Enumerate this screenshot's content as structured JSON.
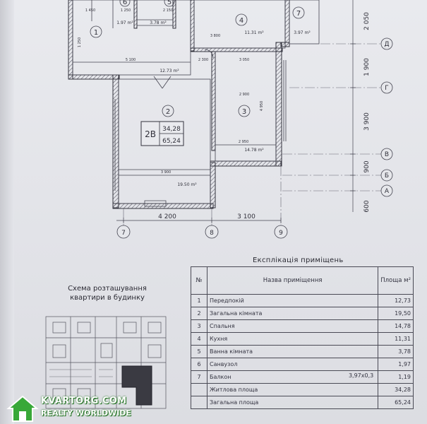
{
  "plan": {
    "rooms": [
      {
        "num": "1",
        "area": "12.73 m²"
      },
      {
        "num": "2",
        "area": "19.50 m²"
      },
      {
        "num": "3",
        "area": "14.78 m²"
      },
      {
        "num": "4",
        "area": "11.31 m²"
      },
      {
        "num": "5",
        "area": "3.78 m²"
      },
      {
        "num": "6",
        "area": "1.97 m²"
      },
      {
        "num": "7",
        "area": "3.97 m²"
      }
    ],
    "apartment": {
      "code": "2В",
      "living": "34,28",
      "total": "65,24"
    },
    "dims_bottom": [
      "4 200",
      "3 100"
    ],
    "dims_right": [
      "2 050",
      "1 900",
      "3 900",
      "900",
      "600"
    ],
    "dims_inner": [
      "1 450",
      "1 250",
      "2 150",
      "5 100",
      "3 800",
      "2 300",
      "3 050",
      "2 900",
      "4 950",
      "2 950",
      "3 900",
      "1 250"
    ],
    "col_axes": [
      "7",
      "8",
      "9"
    ],
    "row_axes": [
      "Д",
      "Г",
      "В",
      "Б",
      "А"
    ]
  },
  "explication": {
    "title": "Експлікація приміщень",
    "header": {
      "no": "№",
      "name": "Назва приміщення",
      "area": "Площа м²"
    },
    "rows": [
      {
        "no": "1",
        "name": "Передпокій",
        "extra": "",
        "area": "12,73"
      },
      {
        "no": "2",
        "name": "Загальна кімната",
        "extra": "",
        "area": "19,50"
      },
      {
        "no": "3",
        "name": "Спальня",
        "extra": "",
        "area": "14,78"
      },
      {
        "no": "4",
        "name": "Кухня",
        "extra": "",
        "area": "11,31"
      },
      {
        "no": "5",
        "name": "Ванна кімната",
        "extra": "",
        "area": "3,78"
      },
      {
        "no": "6",
        "name": "Санвузол",
        "extra": "",
        "area": "1,97"
      },
      {
        "no": "7",
        "name": "Балкон",
        "extra": "3,97х0,3",
        "area": "1,19"
      }
    ],
    "living_label": "Житлова площа",
    "living_value": "34,28",
    "total_label": "Загальна площа",
    "total_value": "65,24"
  },
  "schema": {
    "title_line1": "Схема розташування",
    "title_line2": "квартири в будинку"
  },
  "watermark": {
    "line1": "KVARTORG.COM",
    "line2": "REALTY WORLDWIDE"
  }
}
